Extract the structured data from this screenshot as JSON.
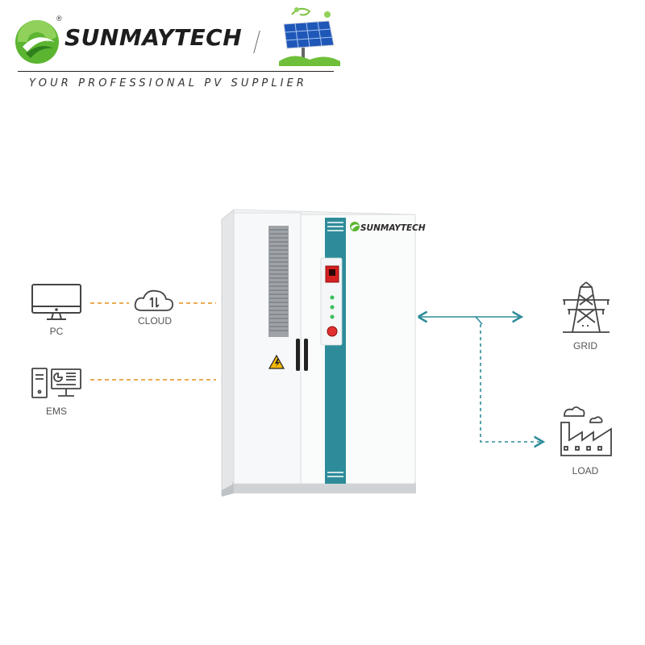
{
  "header": {
    "brand_name": "SUNMAYTECH",
    "registered_mark": "®",
    "tagline": "YOUR PROFESSIONAL PV SUPPLIER"
  },
  "cabinet": {
    "brand_name": "SUNMAYTECH"
  },
  "nodes": {
    "pc": {
      "label": "PC",
      "icon": "monitor-icon"
    },
    "cloud": {
      "label": "CLOUD",
      "icon": "cloud-sync-icon"
    },
    "ems": {
      "label": "EMS",
      "icon": "ems-computer-icon"
    },
    "grid": {
      "label": "GRID",
      "icon": "power-tower-icon"
    },
    "load": {
      "label": "LOAD",
      "icon": "factory-icon"
    }
  },
  "colors": {
    "comm_line": "#E8A13A",
    "power_line": "#2E8C9A",
    "icon_stroke": "#444444",
    "logo_green": "#5CB531",
    "cabinet_teal": "#2E8C9A"
  }
}
